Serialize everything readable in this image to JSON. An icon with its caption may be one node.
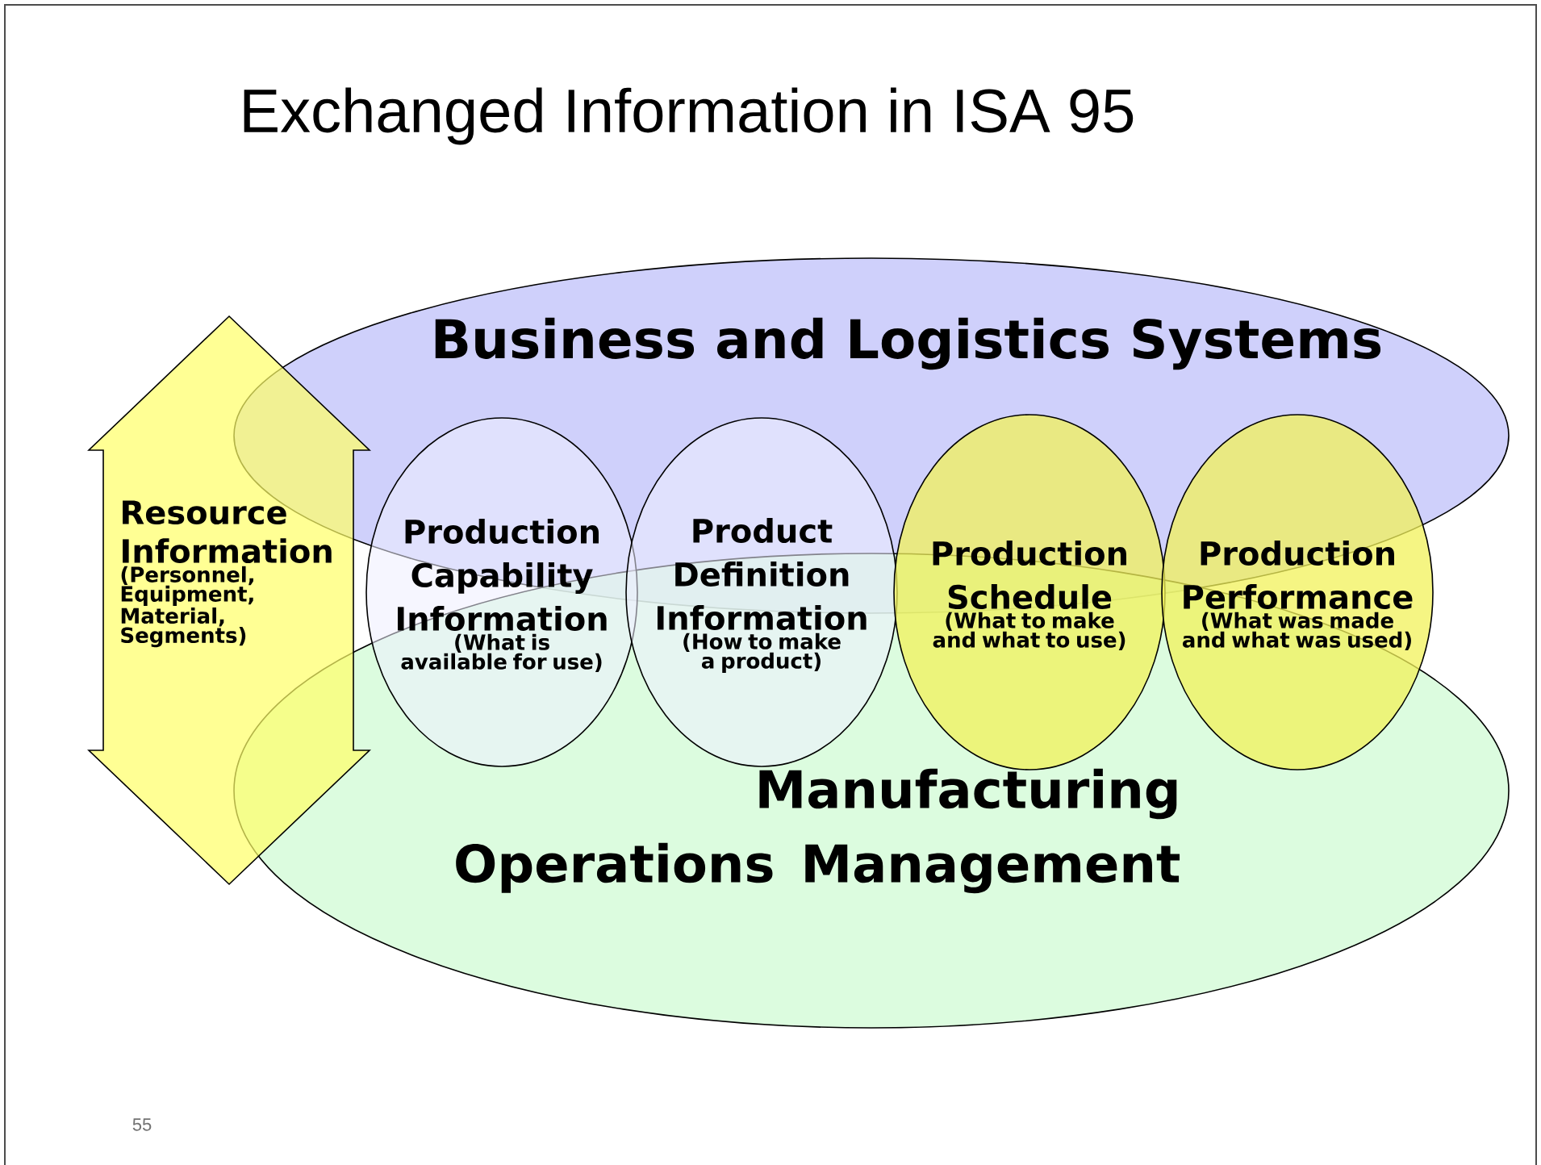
{
  "diagram": {
    "title": "Exchanged Information in ISA 95",
    "nodes": [
      {
        "text": [
          "Business and Logistics Systems"
        ]
      },
      {
        "text": [
          "Manufacturing Operations Management"
        ]
      },
      {
        "text": [
          "Resource Information",
          "(Personnel, Equipment, Material, Segments)"
        ]
      },
      {
        "text": [
          "Production Capability Information",
          "(What is available for use)"
        ]
      },
      {
        "text": [
          "Product Definition Information",
          "(How to make a product)"
        ]
      },
      {
        "text": [
          "Production Schedule",
          "(What to make and what to use)"
        ]
      },
      {
        "text": [
          "Production Performance",
          "(What was made and what was used)"
        ]
      }
    ],
    "labels": [
      "55"
    ]
  }
}
